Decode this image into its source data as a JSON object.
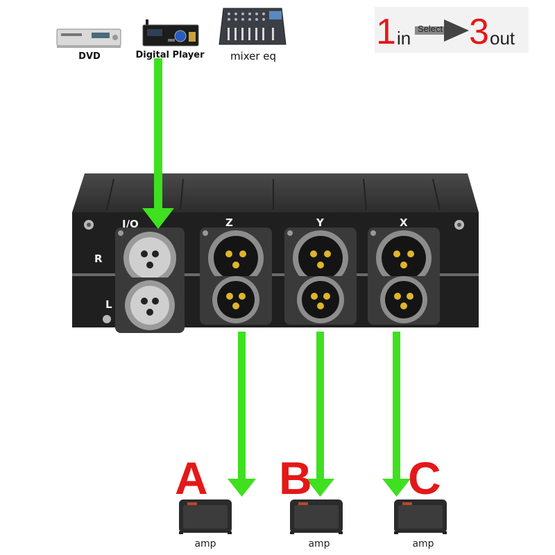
{
  "sources": {
    "dvd": "DVD",
    "player": "Digital Player",
    "mixer": "mixer eq"
  },
  "badge": {
    "in_num": "1",
    "in_txt": "in",
    "select": "Select",
    "out_num": "3",
    "out_txt": "out"
  },
  "device": {
    "io_label": "I/O",
    "channels": [
      "Z",
      "Y",
      "X"
    ],
    "side_r": "R",
    "side_l": "L"
  },
  "outputs": [
    {
      "letter": "A",
      "label": "amp"
    },
    {
      "letter": "B",
      "label": "amp"
    },
    {
      "letter": "C",
      "label": "amp"
    }
  ],
  "colors": {
    "arrow": "#3ee01f",
    "accent_red": "#e51818",
    "device_body": "#2a2a2a"
  }
}
